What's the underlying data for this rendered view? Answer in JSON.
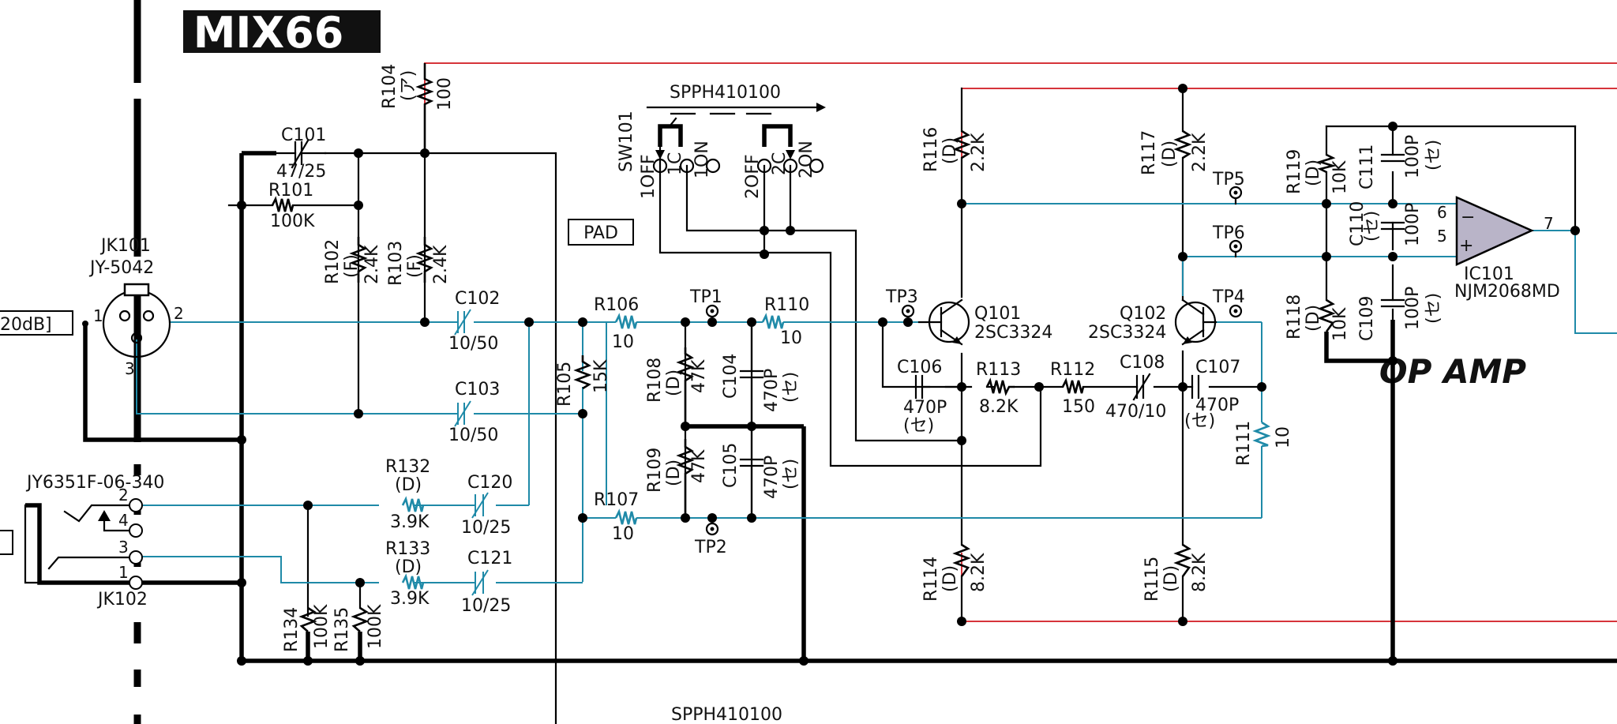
{
  "title": "MIX66",
  "section_label": "OP AMP",
  "pad_label": "PAD",
  "switch": {
    "ref": "SW101",
    "part": "SPPH410100",
    "pos1_off": "1OFF",
    "pos1_c": "1C",
    "pos1_on": "1ON",
    "pos2_off": "2OFF",
    "pos2_c": "2C",
    "pos2_on": "2ON"
  },
  "jacks": {
    "jk101_ref": "JK101",
    "jk101_part": "JY-5042",
    "pin1": "1",
    "pin2": "2",
    "pin3": "3",
    "level_tag": "20dB]",
    "jk102_ref": "JK102",
    "jk102_part": "JY6351F-06-340",
    "j2pin1": "1",
    "j2pin2": "2",
    "j2pin3": "3",
    "j2pin4": "4"
  },
  "resistors": {
    "r101": {
      "ref": "R101",
      "value": "100K"
    },
    "r102": {
      "ref": "R102",
      "tol": "(F)",
      "value": "2.4K"
    },
    "r103": {
      "ref": "R103",
      "tol": "(F)",
      "value": "2.4K"
    },
    "r104": {
      "ref": "R104",
      "tol": "(ア)",
      "value": "100"
    },
    "r105": {
      "ref": "R105",
      "value": "15K"
    },
    "r106": {
      "ref": "R106",
      "value": "10"
    },
    "r107": {
      "ref": "R107",
      "value": "10"
    },
    "r108": {
      "ref": "R108",
      "tol": "(D)",
      "value": "47K"
    },
    "r109": {
      "ref": "R109",
      "tol": "(D)",
      "value": "47K"
    },
    "r110": {
      "ref": "R110",
      "value": "10"
    },
    "r111": {
      "ref": "R111",
      "value": "10"
    },
    "r112": {
      "ref": "R112",
      "value": "150"
    },
    "r113": {
      "ref": "R113",
      "value": "8.2K"
    },
    "r114": {
      "ref": "R114",
      "tol": "(D)",
      "value": "8.2K"
    },
    "r115": {
      "ref": "R115",
      "tol": "(D)",
      "value": "8.2K"
    },
    "r116": {
      "ref": "R116",
      "tol": "(D)",
      "value": "2.2K"
    },
    "r117": {
      "ref": "R117",
      "tol": "(D)",
      "value": "2.2K"
    },
    "r118": {
      "ref": "R118",
      "tol": "(D)",
      "value": "10K"
    },
    "r119": {
      "ref": "R119",
      "tol": "(D)",
      "value": "10K"
    },
    "r132": {
      "ref": "R132",
      "tol": "(D)",
      "value": "3.9K"
    },
    "r133": {
      "ref": "R133",
      "tol": "(D)",
      "value": "3.9K"
    },
    "r134": {
      "ref": "R134",
      "value": "100K"
    },
    "r135": {
      "ref": "R135",
      "value": "100K"
    }
  },
  "capacitors": {
    "c101": {
      "ref": "C101",
      "value": "47/25"
    },
    "c102": {
      "ref": "C102",
      "value": "10/50"
    },
    "c103": {
      "ref": "C103",
      "value": "10/50"
    },
    "c104": {
      "ref": "C104",
      "value": "470P",
      "type": "(セ)"
    },
    "c105": {
      "ref": "C105",
      "value": "470P",
      "type": "(セ)"
    },
    "c106": {
      "ref": "C106",
      "value": "470P",
      "type": "(セ)"
    },
    "c107": {
      "ref": "C107",
      "value": "470P",
      "type": "(セ)"
    },
    "c108": {
      "ref": "C108",
      "value": "470/10"
    },
    "c109": {
      "ref": "C109",
      "value": "100P",
      "type": "(セ)"
    },
    "c110": {
      "ref": "C110",
      "value": "100P",
      "type": "(セ)"
    },
    "c111": {
      "ref": "C111",
      "value": "100P",
      "type": "(セ)"
    },
    "c120": {
      "ref": "C120",
      "value": "10/25"
    },
    "c121": {
      "ref": "C121",
      "value": "10/25"
    }
  },
  "transistors": {
    "q101": {
      "ref": "Q101",
      "part": "2SC3324"
    },
    "q102": {
      "ref": "Q102",
      "part": "2SC3324"
    }
  },
  "ic": {
    "ref": "IC101",
    "part": "NJM2068MD",
    "pin_in_minus": "6",
    "pin_in_plus": "5",
    "pin_out": "7",
    "minus": "−",
    "plus": "+"
  },
  "testpoints": {
    "tp1": "TP1",
    "tp2": "TP2",
    "tp3": "TP3",
    "tp4": "TP4",
    "tp5": "TP5",
    "tp6": "TP6"
  },
  "colors": {
    "signal": "#1f8aa8",
    "supply": "#d6343a",
    "wire": "#000000",
    "opamp_fill": "#b9b4c8"
  }
}
